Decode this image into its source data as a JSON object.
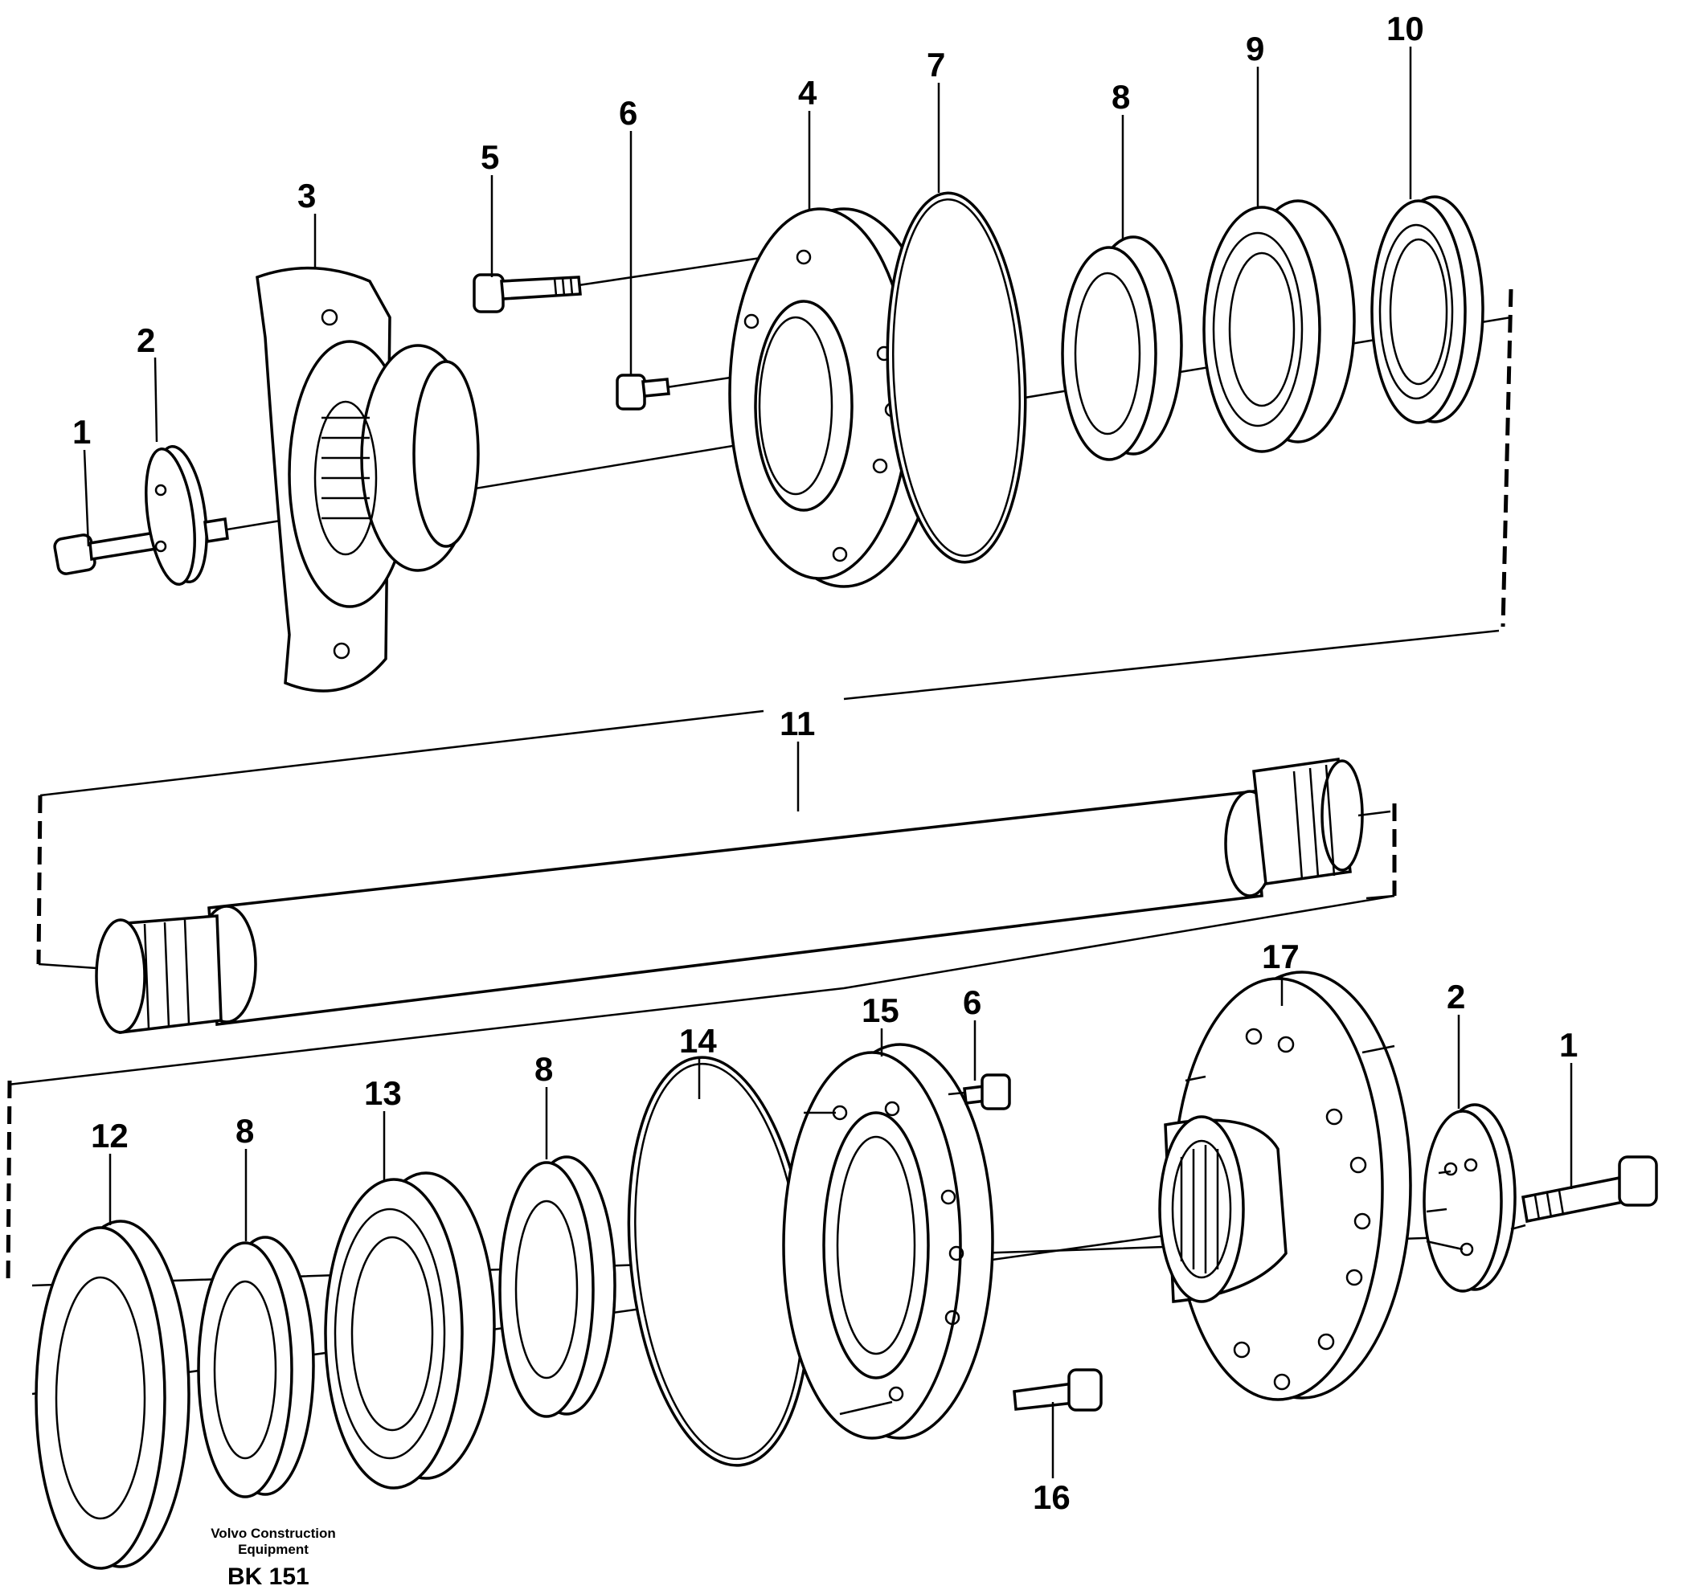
{
  "diagram": {
    "callouts_top": {
      "p1": "1",
      "p2": "2",
      "p3": "3",
      "p4": "4",
      "p5": "5",
      "p6": "6",
      "p7": "7",
      "p8": "8",
      "p9": "9",
      "p10": "10"
    },
    "callout_shaft": "11",
    "callouts_bottom": {
      "p12": "12",
      "p8a": "8",
      "p13": "13",
      "p8b": "8",
      "p14": "14",
      "p15": "15",
      "p6": "6",
      "p16": "16",
      "p17": "17",
      "p2": "2",
      "p1": "1"
    }
  },
  "footer": {
    "brand_line1": "Volvo Construction",
    "brand_line2": "Equipment",
    "code": "BK 151"
  }
}
